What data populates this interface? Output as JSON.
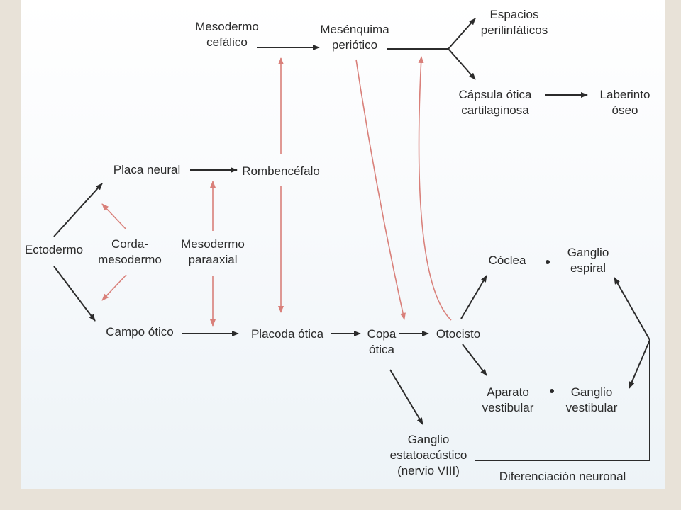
{
  "colors": {
    "arrow": "#2b2b2b",
    "induction_arrow": "#d9807a",
    "text": "#2b2b2b",
    "slide_background": "#e8e2d8"
  },
  "nodes": {
    "mesodermo_cefalico": [
      "Mesodermo",
      "cefálico"
    ],
    "mesenquima_periotico": [
      "Mesénquima",
      "periótico"
    ],
    "espacios_perilinfaticos": [
      "Espacios",
      "perilinfáticos"
    ],
    "capsula_otica": [
      "Cápsula ótica",
      "cartilaginosa"
    ],
    "laberinto_oseo": [
      "Laberinto",
      "óseo"
    ],
    "placa_neural": [
      "Placa neural"
    ],
    "rombencefalo": [
      "Rombencéfalo"
    ],
    "ectodermo": [
      "Ectodermo"
    ],
    "cordamesodermo": [
      "Corda-",
      "mesodermo"
    ],
    "mesodermo_paraaxial": [
      "Mesodermo",
      "paraaxial"
    ],
    "campo_otico": [
      "Campo ótico"
    ],
    "placoda_otica": [
      "Placoda ótica"
    ],
    "copa_otica": [
      "Copa",
      "ótica"
    ],
    "otocisto": [
      "Otocisto"
    ],
    "coclea": [
      "Cóclea"
    ],
    "ganglio_espiral": [
      "Ganglio",
      "espiral"
    ],
    "aparato_vestibular": [
      "Aparato",
      "vestibular"
    ],
    "ganglio_vestibular": [
      "Ganglio",
      "vestibular"
    ],
    "ganglio_estatoacustico": [
      "Ganglio",
      "estatoacústico",
      "(nervio VIII)"
    ],
    "diferenciacion_neuronal": [
      "Diferenciación neuronal"
    ]
  }
}
